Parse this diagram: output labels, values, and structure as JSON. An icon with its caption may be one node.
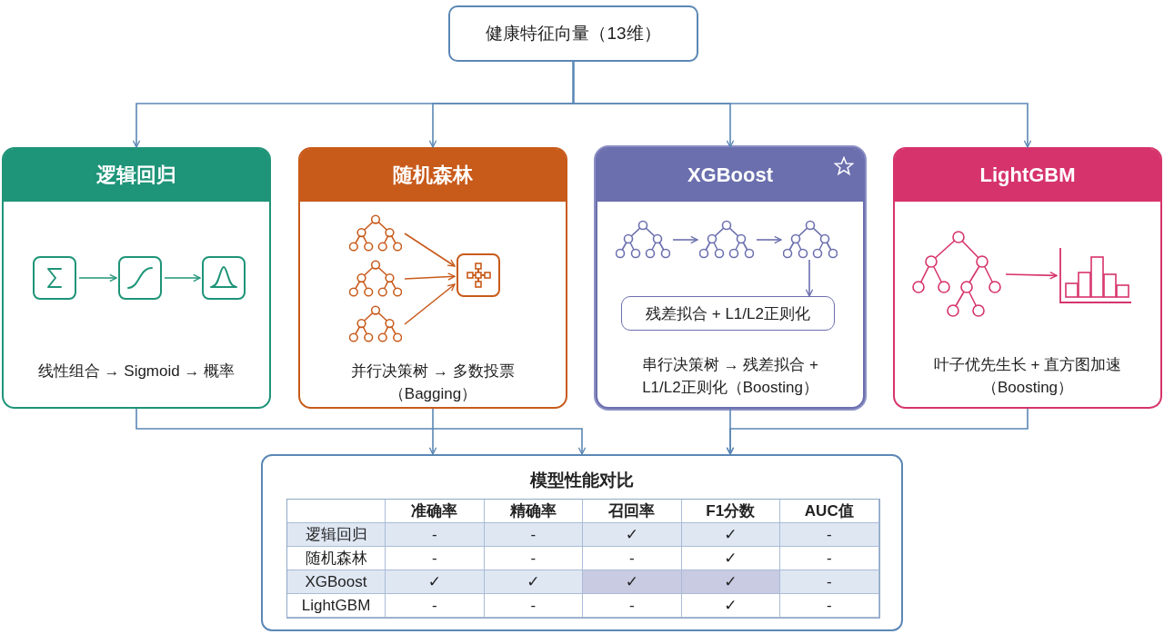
{
  "diagram": {
    "nodes": [
      {
        "text": [
          "健康特征向量（13维）"
        ]
      },
      {
        "text": [
          "逻辑回归",
          "线性组合 → Sigmoid → 概率"
        ]
      },
      {
        "text": [],
        "shape": "box",
        "in": 1
      },
      {
        "text": [],
        "shape": "box",
        "in": 1
      },
      {
        "text": [],
        "shape": "box",
        "in": 1
      },
      {
        "text": [
          "随机森林",
          "并行决策树 → 多数投票（Bagging）"
        ]
      },
      {
        "text": [],
        "shape": "tree",
        "in": 5
      },
      {
        "text": [],
        "shape": "tree",
        "in": 5
      },
      {
        "text": [],
        "shape": "tree",
        "in": 5
      },
      {
        "text": [],
        "shape": "box",
        "in": 5
      },
      {
        "text": [
          "XGBoost",
          "串行决策树 → 残差拟合 + L1/L2正则化（Boosting）"
        ]
      },
      {
        "text": [],
        "shape": "tree",
        "in": 10
      },
      {
        "text": [],
        "shape": "tree",
        "in": 10
      },
      {
        "text": [],
        "shape": "tree",
        "in": 10
      },
      {
        "text": [
          "残差拟合 + L1/L2正则化"
        ],
        "in": 10
      },
      {
        "text": [
          "LightGBM",
          "叶子优先生长 + 直方图加速（Boosting）"
        ]
      },
      {
        "text": [],
        "shape": "tree",
        "in": 15
      },
      {
        "text": [],
        "shape": "chart",
        "in": 15
      },
      {
        "text": [
          "模型性能对比"
        ]
      }
    ],
    "edges": [
      {
        "from": 0,
        "to": 1,
        "arrow": "to"
      },
      {
        "from": 0,
        "to": 5,
        "arrow": "to"
      },
      {
        "from": 0,
        "to": 10,
        "arrow": "to"
      },
      {
        "from": 0,
        "to": 15,
        "arrow": "to"
      },
      {
        "from": 2,
        "to": 3,
        "arrow": "to",
        "color": "#1e9478"
      },
      {
        "from": 3,
        "to": 4,
        "arrow": "to",
        "color": "#1e9478"
      },
      {
        "from": 6,
        "to": 9,
        "arrow": "to",
        "color": "#c85a1a"
      },
      {
        "from": 7,
        "to": 9,
        "arrow": "to",
        "color": "#c85a1a"
      },
      {
        "from": 8,
        "to": 9,
        "arrow": "to",
        "color": "#c85a1a"
      },
      {
        "from": 11,
        "to": 12,
        "arrow": "to",
        "color": "#6b6fae"
      },
      {
        "from": 12,
        "to": 13,
        "arrow": "to",
        "color": "#6b6fae"
      },
      {
        "from": 13,
        "to": 14,
        "arrow": "to",
        "color": "#6b6fae"
      },
      {
        "from": 16,
        "to": 17,
        "arrow": "to",
        "color": "#d6336c"
      },
      {
        "from": 1,
        "to": 18,
        "arrow": "to"
      },
      {
        "from": 5,
        "to": 18,
        "arrow": "to"
      },
      {
        "from": 10,
        "to": 18,
        "arrow": "to"
      },
      {
        "from": 15,
        "to": 18,
        "arrow": "to"
      }
    ],
    "labels": [
      "准确率",
      "精确率",
      "召回率",
      "F1分数",
      "AUC值",
      "逻辑回归",
      "-",
      "-",
      "✓",
      "✓",
      "-",
      "随机森林",
      "-",
      "-",
      "-",
      "✓",
      "-",
      "XGBoost",
      "✓",
      "✓",
      "✓",
      "✓",
      "-",
      "LightGBM",
      "-",
      "-",
      "-",
      "✓",
      "-"
    ]
  }
}
